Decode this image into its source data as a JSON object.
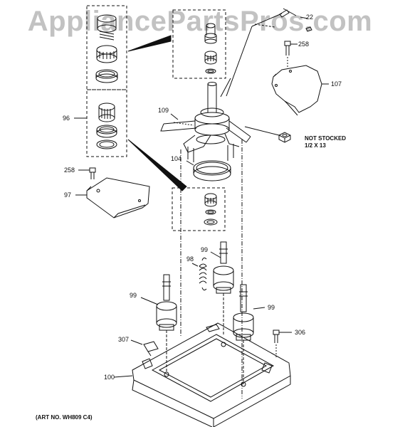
{
  "watermark": "AppliancePartsPros.com",
  "art_number": "(ART NO. WH809 C4)",
  "callouts": {
    "c22": "22",
    "c258_top": "258",
    "c107": "107",
    "c109": "109",
    "c96": "96",
    "c104": "104",
    "c258_left": "258",
    "c97": "97",
    "c98": "98",
    "c99_top": "99",
    "c99_left": "99",
    "c99_right": "99",
    "c307": "307",
    "c306": "306",
    "c100": "100"
  },
  "not_stocked": {
    "line1": "NOT STOCKED",
    "line2": "1/2 X 13"
  }
}
